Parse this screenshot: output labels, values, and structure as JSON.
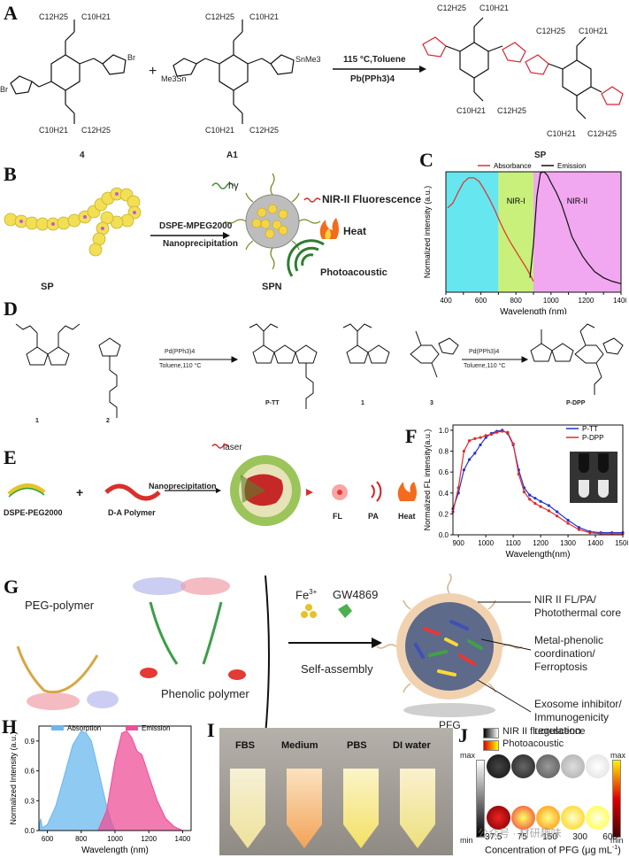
{
  "panels": {
    "A": {
      "label": "A",
      "substituent_top": "C12H25",
      "substituent_top2": "C10H21",
      "substituent_bot": "C10H21",
      "substituent_bot2": "C12H25",
      "compound_left": "4",
      "compound_right": "A1",
      "product": "SP",
      "br": "Br",
      "snme3": "SnMe3",
      "me3sn": "Me3Sn",
      "conditions_top": "115 °C,Toluene",
      "conditions_bottom": "Pb(PPh3)4",
      "plus": "+"
    },
    "B": {
      "label": "B",
      "left_label": "SP",
      "arrow_top": "DSPE-MPEG2000",
      "arrow_bottom": "Nanoprecipitation",
      "hv": "hγ",
      "fluorescence": "NIR-II Fluorescence",
      "heat": "Heat",
      "photoacoustic": "Photoacoustic",
      "nano_label": "SPN"
    },
    "D": {
      "label": "D",
      "cond1_top": "Pd(PPh3)4",
      "cond1_bottom": "Toluene,110 °C",
      "cond2_top": "Pd(PPh3)4",
      "cond2_bottom": "Toluene,110 °C",
      "cmp1": "1",
      "cmp2": "2",
      "cmp3": "1",
      "cmp4": "3",
      "poly1": "P-TT",
      "poly2": "P-DPP"
    },
    "E": {
      "label": "E",
      "laser": "laser",
      "lipid": "DSPE-PEG2000",
      "polymer": "D-A Polymer",
      "arrow": "Nanoprecipitation",
      "fl": "FL",
      "pa": "PA",
      "heat": "Heat",
      "plus": "+"
    },
    "G": {
      "label": "G",
      "peg": "PEG-polymer",
      "phenolic": "Phenolic polymer",
      "fe": "Fe",
      "fe_sup": "3+",
      "gw": "GW4869",
      "assembly": "Self-assembly",
      "core": "NIR II FL/PA/\nPhotothermal core",
      "coord": "Metal-phenolic\ncoordination/\nFerroptosis",
      "exo": "Exosome inhibitor/\nImmunogenicity\nregulation",
      "pfg": "PFG"
    },
    "I": {
      "label": "I",
      "tubes": [
        "FBS",
        "Medium",
        "PBS",
        "DI water"
      ]
    },
    "J": {
      "label": "J",
      "legend1": "NIR II fluorescence",
      "legend2": "Photoacoustic",
      "max": "max",
      "min": "min",
      "concentrations": [
        "37.5",
        "75",
        "150",
        "300",
        "600"
      ],
      "xlabel": "Concentration of PFG (μg mL",
      "xlabel_sup": "-1",
      "xlabel_end": ")"
    },
    "watermark": "公众号 · 材研趣味"
  },
  "chart_data": [
    {
      "id": "C",
      "type": "line",
      "label": "C",
      "xlabel": "Wavelength (nm)",
      "ylabel": "Normalized intensity (a.u.)",
      "xlim": [
        400,
        1400
      ],
      "ylim": [
        0,
        1
      ],
      "xticks": [
        400,
        500,
        600,
        700,
        800,
        900,
        1000,
        1100,
        1200,
        1300,
        1400
      ],
      "regions": [
        {
          "from": 400,
          "to": 700,
          "color": "#66e6ee",
          "label": ""
        },
        {
          "from": 700,
          "to": 900,
          "color": "#c8f07a",
          "label": "NIR-I"
        },
        {
          "from": 900,
          "to": 1400,
          "color": "#f1a8f0",
          "label": "NIR-II"
        }
      ],
      "series": [
        {
          "name": "Absorbance",
          "color": "#e03030",
          "x": [
            410,
            440,
            470,
            500,
            530,
            560,
            590,
            620,
            650,
            680,
            710,
            740,
            770,
            800,
            830,
            860,
            890,
            900
          ],
          "y": [
            0.7,
            0.74,
            0.83,
            0.91,
            0.95,
            0.95,
            0.92,
            0.85,
            0.77,
            0.68,
            0.58,
            0.49,
            0.41,
            0.34,
            0.27,
            0.2,
            0.12,
            0.09
          ]
        },
        {
          "name": "Emission",
          "color": "#111111",
          "x": [
            880,
            900,
            920,
            940,
            960,
            980,
            1000,
            1030,
            1060,
            1090,
            1120,
            1150,
            1180,
            1210,
            1250,
            1300,
            1350,
            1400
          ],
          "y": [
            0.12,
            0.4,
            0.8,
            0.99,
            1.0,
            0.97,
            0.91,
            0.83,
            0.73,
            0.6,
            0.46,
            0.38,
            0.3,
            0.24,
            0.17,
            0.12,
            0.09,
            0.07
          ]
        }
      ]
    },
    {
      "id": "F",
      "type": "line",
      "label": "F",
      "xlabel": "Wavelength(nm)",
      "ylabel": "Normalized FL intensity(a.u.)",
      "xlim": [
        880,
        1500
      ],
      "ylim": [
        0,
        1.05
      ],
      "xticks": [
        900,
        1000,
        1100,
        1200,
        1300,
        1400,
        1500
      ],
      "yticks": [
        0.0,
        0.2,
        0.4,
        0.6,
        0.8,
        1.0
      ],
      "series": [
        {
          "name": "P-TT",
          "color": "#2233cc",
          "x": [
            880,
            900,
            920,
            940,
            960,
            980,
            1000,
            1020,
            1040,
            1060,
            1080,
            1100,
            1120,
            1140,
            1160,
            1180,
            1200,
            1230,
            1260,
            1300,
            1340,
            1380,
            1420,
            1460,
            1500
          ],
          "y": [
            0.25,
            0.4,
            0.62,
            0.72,
            0.78,
            0.86,
            0.93,
            0.97,
            0.99,
            1.0,
            0.97,
            0.86,
            0.62,
            0.45,
            0.38,
            0.35,
            0.32,
            0.28,
            0.22,
            0.14,
            0.07,
            0.03,
            0.02,
            0.02,
            0.02
          ]
        },
        {
          "name": "P-DPP",
          "color": "#e02a2a",
          "x": [
            880,
            900,
            920,
            940,
            960,
            980,
            1000,
            1020,
            1040,
            1060,
            1080,
            1100,
            1120,
            1140,
            1160,
            1180,
            1200,
            1230,
            1260,
            1300,
            1340,
            1380,
            1420,
            1460,
            1500
          ],
          "y": [
            0.22,
            0.45,
            0.8,
            0.9,
            0.92,
            0.93,
            0.95,
            0.96,
            0.98,
            0.99,
            0.98,
            0.87,
            0.58,
            0.41,
            0.34,
            0.3,
            0.27,
            0.23,
            0.18,
            0.11,
            0.05,
            0.02,
            0.01,
            0.01,
            0.01
          ]
        }
      ]
    },
    {
      "id": "H",
      "type": "area",
      "label": "H",
      "xlabel": "Wavelength (nm)",
      "ylabel": "Normalized Intensity (a.u.)",
      "xlim": [
        550,
        1450
      ],
      "ylim": [
        0,
        1.05
      ],
      "xticks": [
        600,
        800,
        1000,
        1200,
        1400
      ],
      "yticks": [
        0.0,
        0.3,
        0.6,
        0.9
      ],
      "series": [
        {
          "name": "Absorption",
          "color": "#6ab8ef",
          "x": [
            555,
            560,
            570,
            600,
            650,
            700,
            750,
            800,
            830,
            860,
            900,
            950,
            980,
            1000
          ],
          "y": [
            0.07,
            0.12,
            0.03,
            0.06,
            0.25,
            0.55,
            0.86,
            1.0,
            0.98,
            0.9,
            0.62,
            0.25,
            0.08,
            0.0
          ]
        },
        {
          "name": "Emission",
          "color": "#ee4f97",
          "x": [
            900,
            950,
            1000,
            1040,
            1070,
            1100,
            1130,
            1160,
            1200,
            1250,
            1300,
            1350,
            1400
          ],
          "y": [
            0.0,
            0.2,
            0.7,
            0.98,
            1.0,
            0.93,
            0.8,
            0.76,
            0.55,
            0.3,
            0.12,
            0.04,
            0.0
          ]
        }
      ]
    }
  ]
}
